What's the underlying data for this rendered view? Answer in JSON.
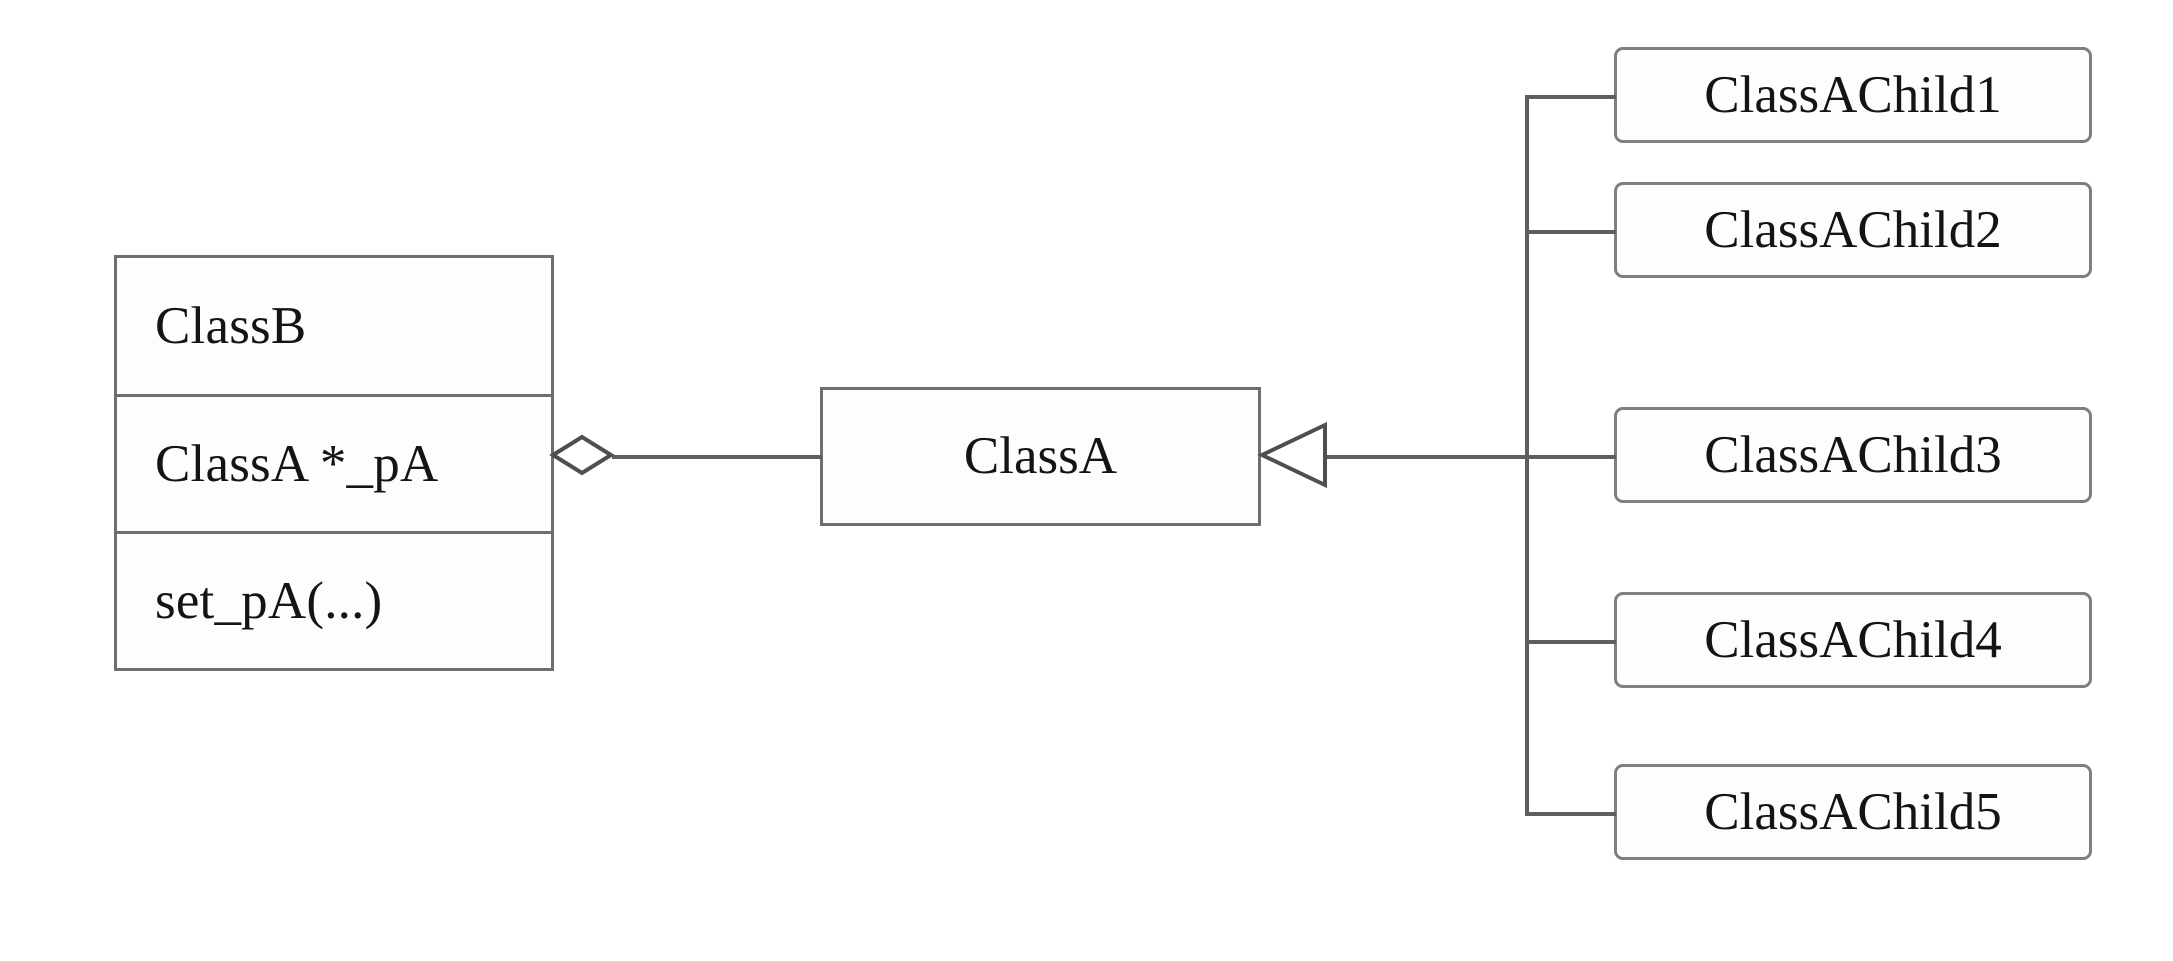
{
  "diagram": {
    "kind": "uml-class-diagram",
    "background_color": "#ffffff",
    "line_color": "#5e5e5e",
    "border_color": "#7a7a7a",
    "text_color": "#141414"
  },
  "classB": {
    "name": "ClassB",
    "attributes": [
      "ClassA *_pA"
    ],
    "operations": [
      "set_pA(...)"
    ]
  },
  "classA": {
    "name": "ClassA"
  },
  "children": [
    {
      "name": "ClassAChild1"
    },
    {
      "name": "ClassAChild2"
    },
    {
      "name": "ClassAChild3"
    },
    {
      "name": "ClassAChild4"
    },
    {
      "name": "ClassAChild5"
    }
  ],
  "relationships": [
    {
      "type": "aggregation",
      "source": "ClassB",
      "target": "ClassA",
      "source_decoration": "hollow-diamond",
      "target_decoration": "none"
    },
    {
      "type": "generalization",
      "source": "ClassAChild1",
      "target": "ClassA",
      "source_decoration": "none",
      "target_decoration": "hollow-triangle"
    },
    {
      "type": "generalization",
      "source": "ClassAChild2",
      "target": "ClassA",
      "source_decoration": "none",
      "target_decoration": "hollow-triangle"
    },
    {
      "type": "generalization",
      "source": "ClassAChild3",
      "target": "ClassA",
      "source_decoration": "none",
      "target_decoration": "hollow-triangle"
    },
    {
      "type": "generalization",
      "source": "ClassAChild4",
      "target": "ClassA",
      "source_decoration": "none",
      "target_decoration": "hollow-triangle"
    },
    {
      "type": "generalization",
      "source": "ClassAChild5",
      "target": "ClassA",
      "source_decoration": "none",
      "target_decoration": "hollow-triangle"
    }
  ]
}
